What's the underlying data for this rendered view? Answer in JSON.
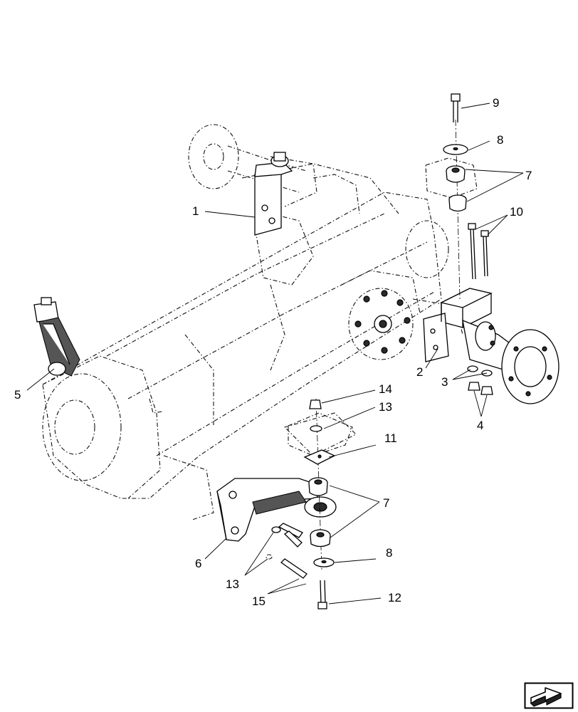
{
  "callouts": [
    {
      "id": "c1",
      "label": "1"
    },
    {
      "id": "c2",
      "label": "2"
    },
    {
      "id": "c3",
      "label": "3"
    },
    {
      "id": "c4",
      "label": "4"
    },
    {
      "id": "c5",
      "label": "5"
    },
    {
      "id": "c6",
      "label": "6"
    },
    {
      "id": "c7a",
      "label": "7"
    },
    {
      "id": "c7b",
      "label": "7"
    },
    {
      "id": "c8a",
      "label": "8"
    },
    {
      "id": "c8b",
      "label": "8"
    },
    {
      "id": "c9",
      "label": "9"
    },
    {
      "id": "c10",
      "label": "10"
    },
    {
      "id": "c11",
      "label": "11"
    },
    {
      "id": "c12",
      "label": "12"
    },
    {
      "id": "c13a",
      "label": "13"
    },
    {
      "id": "c13b",
      "label": "13"
    },
    {
      "id": "c14",
      "label": "14"
    },
    {
      "id": "c15",
      "label": "15"
    }
  ],
  "icons": {
    "navigation": "next-page-arrow-icon"
  }
}
